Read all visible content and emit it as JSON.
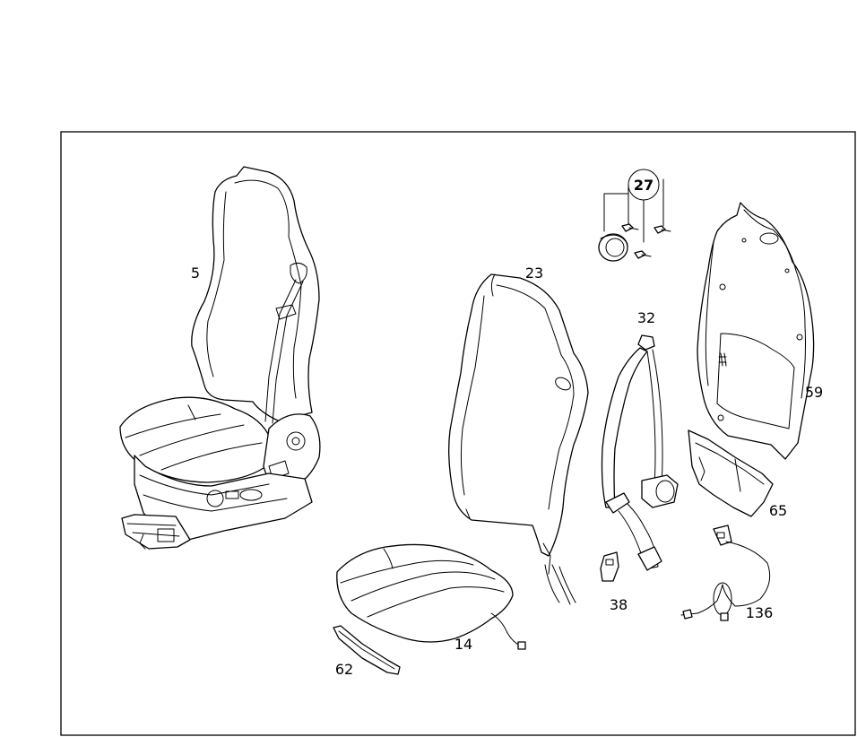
{
  "diagram": {
    "part_labels": {
      "p5": "5",
      "p23": "23",
      "p27": "27",
      "p32": "32",
      "p59": "59",
      "p65": "65",
      "p38": "38",
      "p136": "136",
      "p14": "14",
      "p62": "62"
    },
    "colors": {
      "line": "#000000",
      "background": "#ffffff"
    }
  }
}
